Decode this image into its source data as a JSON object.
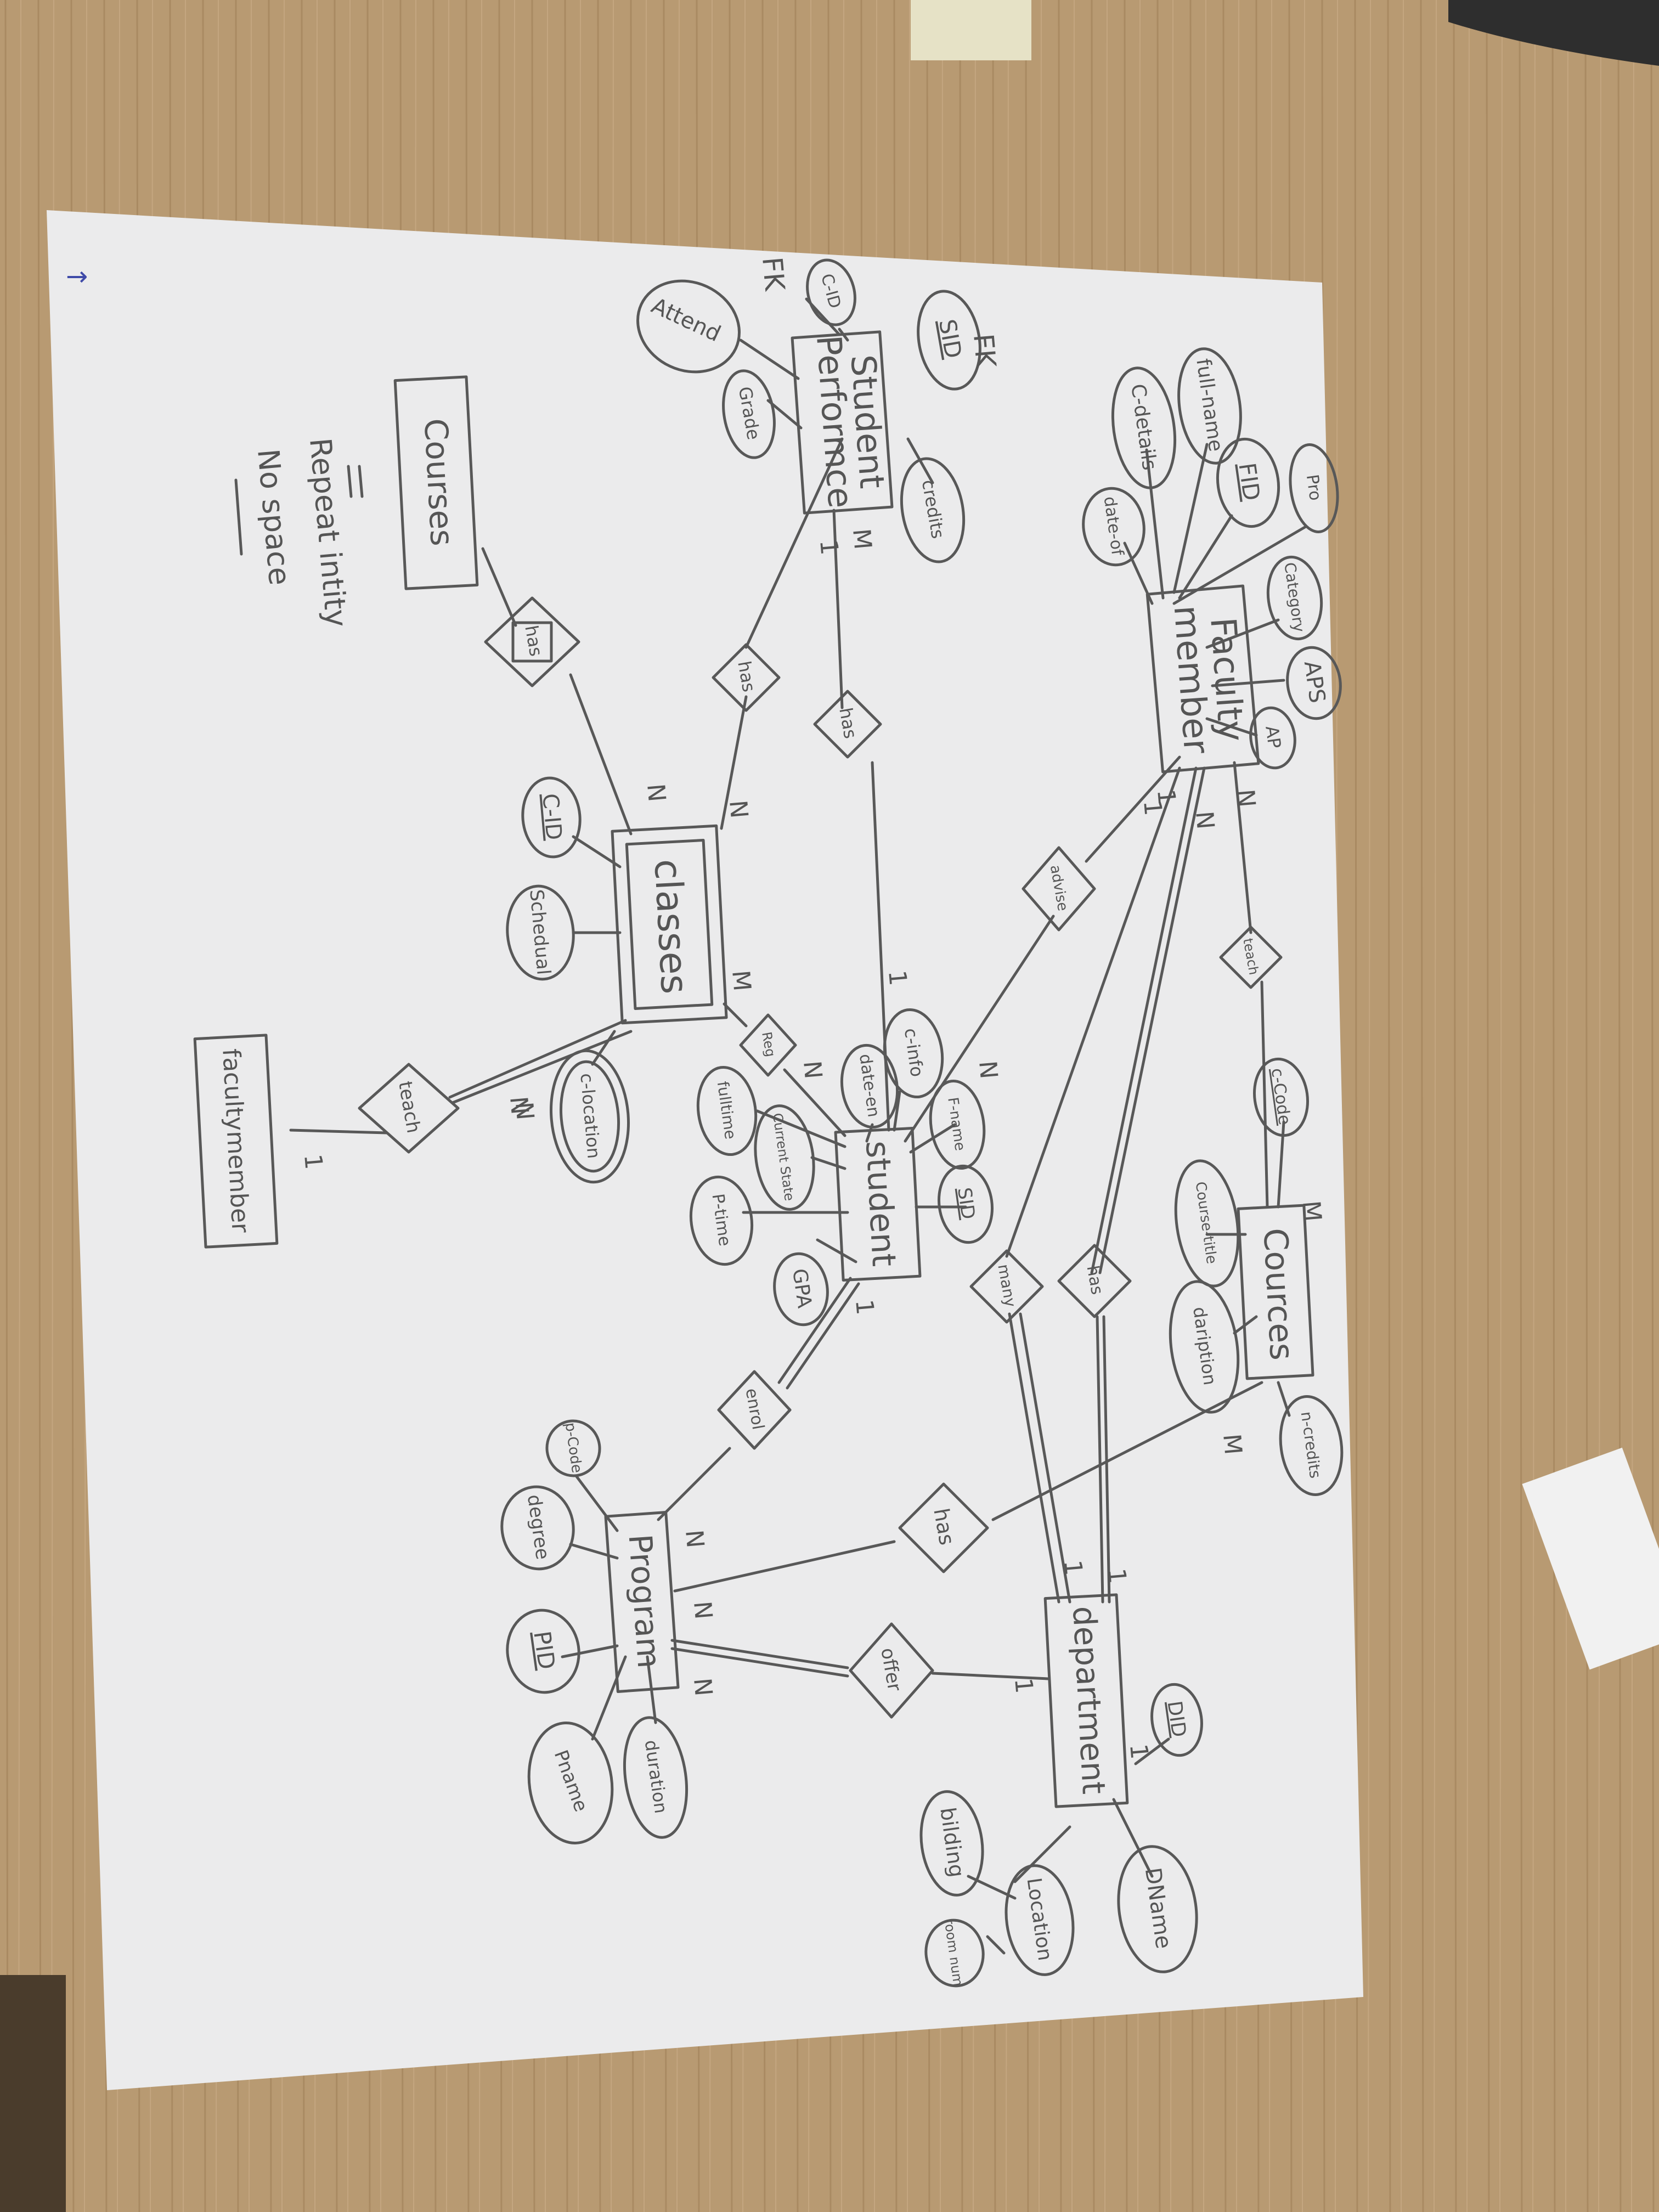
{
  "entities": {
    "student_performance": {
      "line1": "Student",
      "line2": "Performce"
    },
    "faculty_member": {
      "line1": "Faculty",
      "line2": "member"
    },
    "classes": "classes",
    "student": "student",
    "courses_main": "Cources",
    "program": "Program",
    "department": "department",
    "courses_repeat": "Courses",
    "facultymember_repeat": "facultymember"
  },
  "relationships": {
    "has_courses_classes": "has",
    "has_perf_classes": "has",
    "has_perf_student": "has",
    "advise": "advise",
    "teach": "teach",
    "reg": "Reg",
    "teach_classes": "teach",
    "many": "many",
    "has_faculty_dept": "has",
    "enrol": "enrol",
    "has_program_courses": "has",
    "offer": "offer"
  },
  "attributes": {
    "c_id_perf": "C-ID",
    "attend": "Attend",
    "sid_perf": "SID",
    "grade": "Grade",
    "credits": "credits",
    "pro": "Pro",
    "fid": "FID",
    "full_name": "full-name",
    "c_details": "C-details",
    "date_of": "date-of",
    "category": "Category",
    "aps": "APS",
    "ap": "AP",
    "c_id_classes": "C-ID",
    "schedual": "Schedual",
    "c_location": "c-location",
    "c_info": "c-info",
    "date_en": "date-en",
    "fulltime": "fulltime",
    "current_state": "Current State",
    "p_time": "P-time",
    "gpa": "GPA",
    "f_name": "F-name",
    "sid_student": "SID",
    "c_code": "c-Code",
    "course_title": "Course-title",
    "daription": "daription",
    "n_credits": "n-credits",
    "p_code": "p-Code",
    "degree": "degree",
    "pid": "PID",
    "p_name": "Pname",
    "duration": "duration",
    "did": "DID",
    "dname": "DName",
    "location": "Location",
    "bilding": "bilding",
    "room_num": "room num"
  },
  "cardinalities": {
    "c1": "1",
    "c2": "M",
    "c3": "N",
    "c4": "N",
    "c5": "M",
    "c6": "1",
    "c7": "N",
    "c8": "1",
    "c9": "N",
    "c10": "1",
    "c11": "N",
    "c12": "N",
    "c13": "M",
    "c14": "M",
    "c15": "1",
    "c16": "1",
    "c17": "1",
    "c18": "1",
    "c19": "N",
    "c20": "N",
    "c21": "N",
    "c22": "1",
    "c23": "1",
    "c24": "N",
    "c25": "N"
  },
  "labels": {
    "fk1": "FK",
    "fk2": "FK",
    "equals": "=",
    "repeat_entity": "Repeat intity",
    "no_space": "No space",
    "arrow": "→"
  },
  "colors": {
    "paper": "#ebebec",
    "ink": "#585858",
    "desk": "#b89a72"
  }
}
